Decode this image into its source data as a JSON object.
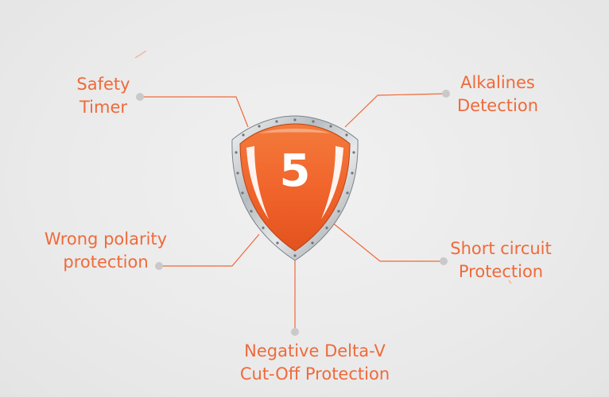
{
  "shield": {
    "number": "5",
    "colors": {
      "orange": "#f26a30",
      "orange_dark": "#d9501c",
      "rim": "#9aa0a4",
      "rim_light": "#e9ecee"
    }
  },
  "features": {
    "safety_timer": {
      "line1": "Safety",
      "line2": "Timer"
    },
    "alkalines_detection": {
      "line1": "Alkalines",
      "line2": "Detection"
    },
    "wrong_polarity": {
      "line1": "Wrong polarity",
      "line2": "protection"
    },
    "short_circuit": {
      "line1": "Short circuit",
      "line2": "Protection"
    },
    "negative_delta_v": {
      "line1": "Negative Delta-V",
      "line2": "Cut-Off Protection"
    }
  },
  "colors": {
    "label_text": "#ef6a3a",
    "connector_line": "#ef6a3a",
    "connector_dot": "#c9c9c9"
  }
}
